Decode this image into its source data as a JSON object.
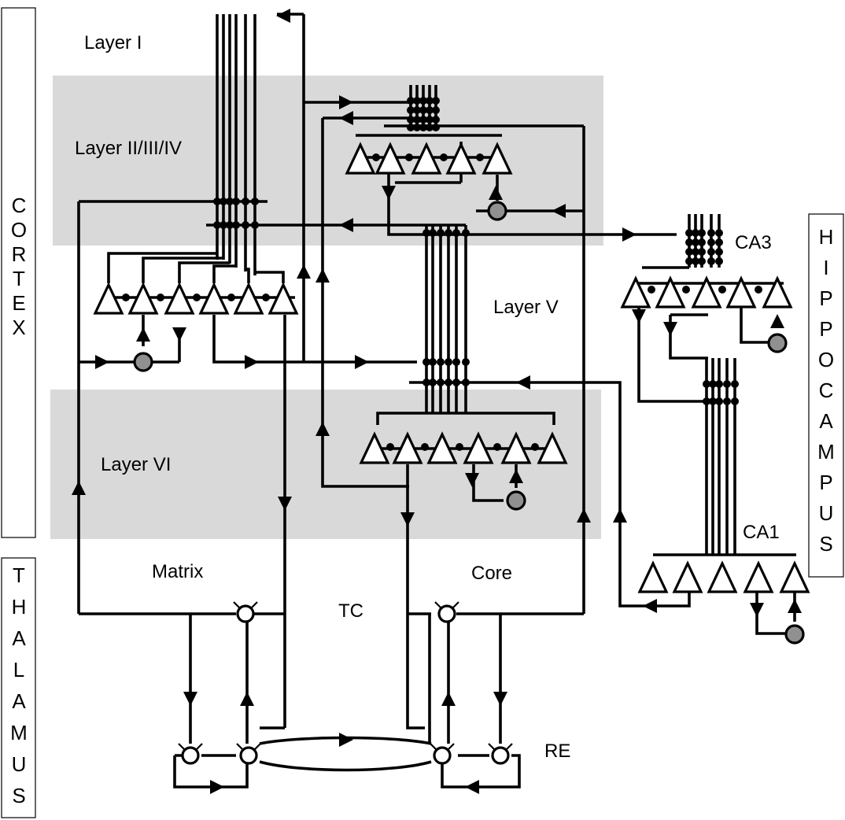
{
  "regions": {
    "cortex": "CORTEX",
    "thalamus": "THALAMUS",
    "hippocampus": "HIPPOCAMPUS"
  },
  "labels": {
    "layer_1": "Layer I",
    "layer_2_3_4": "Layer II/III/IV",
    "layer_5": "Layer V",
    "layer_6": "Layer VI",
    "matrix": "Matrix",
    "core": "Core",
    "tc": "TC",
    "re": "RE",
    "ca3": "CA3",
    "ca1": "CA1"
  },
  "legend_colors": {
    "layer_shading": "#d9d9d9",
    "inhibitory_cell": "#909090",
    "excitatory_cell": "#ffffff",
    "wiring": "#000000"
  },
  "cell_types": [
    "pyramidal-triangle-icon",
    "interneuron-circle-icon",
    "thalamic-cell-icon",
    "reticular-cell-icon"
  ]
}
